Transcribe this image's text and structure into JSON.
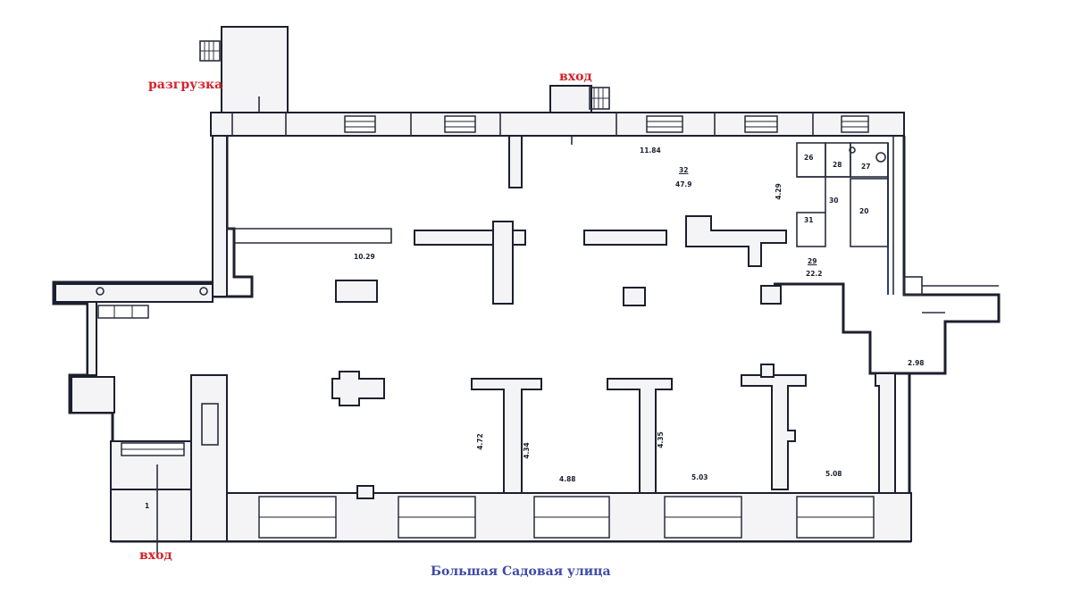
{
  "labels": {
    "unloading": "разгрузка",
    "entrance_top": "вход",
    "entrance_bottom": "вход",
    "street": "Большая Садовая улица"
  },
  "rooms": {
    "room_32_number": "32",
    "room_32_area": "47.9",
    "room_29_number": "29",
    "room_29_area": "22.2",
    "room_1": "1",
    "room_26": "26",
    "room_28": "28",
    "room_27": "27",
    "room_30": "30",
    "room_20": "20",
    "room_31": "31"
  },
  "dimensions": {
    "d_1184": "11.84",
    "d_1029": "10.29",
    "d_429": "4.29",
    "d_298": "2.98",
    "d_472": "4.72",
    "d_434": "4.34",
    "d_435": "4.35",
    "d_488": "4.88",
    "d_503": "5.03",
    "d_508": "5.08"
  },
  "colors": {
    "wall": "#1c1f2e",
    "annotation_red": "#d2232a",
    "annotation_blue": "#3e4aa6",
    "background": "#ffffff"
  }
}
